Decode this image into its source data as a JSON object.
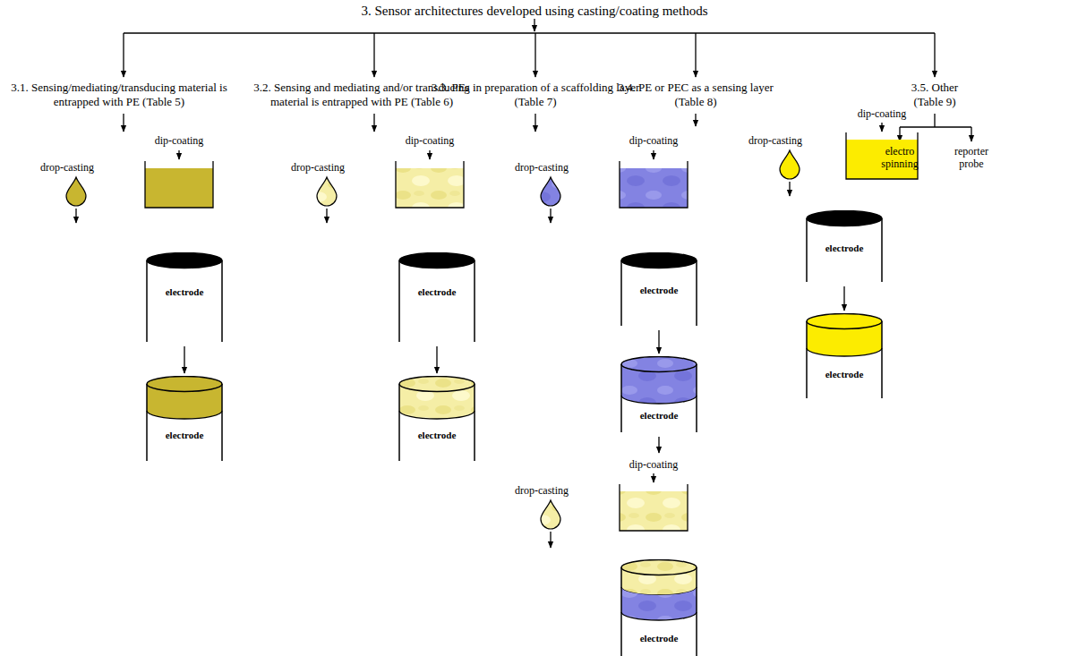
{
  "diagram": {
    "title": "3. Sensor architectures developed using casting/coating methods",
    "nodes": [
      {
        "text": [
          "electrode"
        ]
      },
      {
        "text": [
          "electrode"
        ]
      },
      {
        "text": [
          "electrode"
        ]
      },
      {
        "text": [
          "electrode"
        ]
      },
      {
        "text": [
          "electrode"
        ]
      },
      {
        "text": [
          "electrode"
        ]
      },
      {
        "text": [
          "electrode"
        ]
      },
      {
        "text": [
          "electrode"
        ]
      },
      {
        "text": [
          "electrode"
        ]
      }
    ],
    "edges": [
      {
        "from": 0,
        "to": 1,
        "arrow": "to"
      },
      {
        "from": 2,
        "to": 3,
        "arrow": "to"
      },
      {
        "from": 4,
        "to": 5,
        "arrow": "to"
      },
      {
        "from": 7,
        "to": 8,
        "arrow": "to"
      }
    ],
    "labels": [
      "3.1. Sensing/mediating/transducing material is entrapped with PE (Table 5)",
      "3.2. Sensing and mediating and/or transducing material is entrapped with PE (Table 6)",
      "3.3. PEs in preparation of a scaffolding layer (Table 7)",
      "3.4. PE or PEC as a sensing layer (Table 8)",
      "3.5. Other (Table 9)",
      "drop-casting",
      "dip-coating",
      "drop-casting",
      "dip-coating",
      "drop-casting",
      "dip-coating",
      "drop-casting",
      "dip-coating",
      "drop-casting",
      "dip-coating",
      "electro spinning",
      "reporter probe"
    ]
  }
}
